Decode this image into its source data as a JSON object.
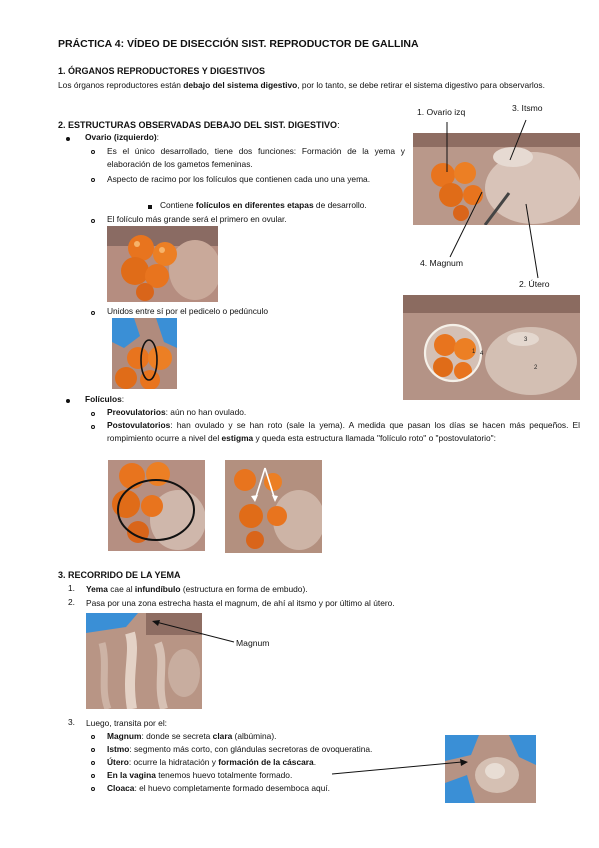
{
  "title": "PRÁCTICA 4: VÍDEO DE DISECCIÓN SIST. REPRODUCTOR DE GALLINA",
  "section1": {
    "heading": "1. ÓRGANOS REPRODUCTORES Y DIGESTIVOS",
    "text_a": "Los órganos reproductores están ",
    "text_b": "debajo del sistema digestivo",
    "text_c": ", por lo tanto, se debe retirar el sistema digestivo para observarlos."
  },
  "section2": {
    "heading": "2. ESTRUCTURAS OBSERVADAS DEBAJO DEL SIST. DIGESTIVO",
    "heading_colon": ":",
    "ovario_label": "Ovario (izquierdo)",
    "ovario_colon": ":",
    "item1": "Es el único desarrollado, tiene dos funciones: Formación de la yema y elaboración de los gametos femeninas.",
    "item2": "Aspecto de racimo por los folículos que contienen cada uno una yema.",
    "sub_a": "Contiene ",
    "sub_b": "folículos en diferentes etapas",
    "sub_c": " de desarrollo.",
    "item3": "El folículo más grande será el primero en ovular.",
    "item4": "Unidos entre sí por el pedicelo o pedúnculo",
    "foliculos_label": "Folículos",
    "foliculos_colon": ":",
    "pre_label": "Preovulatorios",
    "pre_text": ": aún no han ovulado.",
    "post_label": "Postovulatorios",
    "post_text_a": ": han ovulado y se han roto (sale la yema). A medida que pasan los días se hacen más pequeños. El rompimiento ocurre a nivel del ",
    "post_text_b": "estigma",
    "post_text_c": " y queda esta estructura llamada \"folículo roto\" o \"postovulatorio\":"
  },
  "callouts": {
    "ovario": "1. Ovario izq",
    "itsmo": "3. Itsmo",
    "magnum": "4. Magnum",
    "utero": "2. Útero",
    "magnum2": "Magnum"
  },
  "section3": {
    "heading": "3. RECORRIDO DE LA YEMA",
    "s1_num": "1.",
    "s1_a": "Yema",
    "s1_b": " cae al ",
    "s1_c": "infundíbulo",
    "s1_d": " (estructura en forma de embudo).",
    "s2_num": "2.",
    "s2": "Pasa por una zona estrecha hasta el magnum, de ahí al itsmo y por último al útero.",
    "s3_num": "3.",
    "s3": "Luego, transita por el:",
    "list": [
      {
        "label": "Magnum",
        "text_a": ": donde se secreta ",
        "bold": "clara",
        "text_b": " (albúmina)."
      },
      {
        "label": "Istmo",
        "text_a": ": segmento más corto, con glándulas secretoras de ovoqueratina.",
        "bold": "",
        "text_b": ""
      },
      {
        "label": "Útero",
        "text_a": ": ocurre la hidratación y ",
        "bold": "formación de la cáscara",
        "text_b": "."
      },
      {
        "label": "En la vagina",
        "text_a": " tenemos huevo totalmente formado.",
        "bold": "",
        "text_b": ""
      },
      {
        "label": "Cloaca",
        "text_a": ": el huevo completamente formado desemboca aquí.",
        "bold": "",
        "text_b": ""
      }
    ]
  },
  "photo_labels": {
    "n1": "1",
    "n2": "2",
    "n3": "3",
    "n4": "4"
  },
  "colors": {
    "yolk": "#e8741e",
    "tissue": "#c9a99a",
    "glove": "#3a8fd6",
    "circle": "#f5f0e8"
  }
}
